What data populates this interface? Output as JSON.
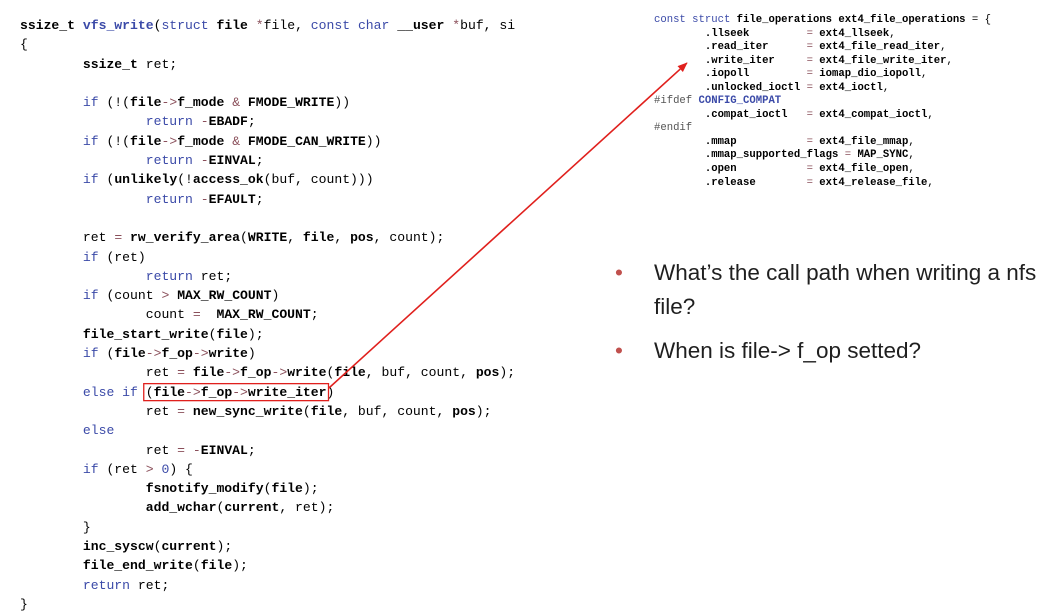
{
  "left_code": [
    [
      [
        "ssize_t ",
        "b"
      ],
      [
        "vfs_write",
        "fn"
      ],
      [
        "(",
        ""
      ],
      [
        "struct ",
        "k"
      ],
      [
        "file ",
        "b"
      ],
      [
        "*",
        "op"
      ],
      [
        "file",
        ""
      ],
      [
        ", ",
        ""
      ],
      [
        "const ",
        "k"
      ],
      [
        "char ",
        "k"
      ],
      [
        "__user ",
        "b"
      ],
      [
        "*",
        "op"
      ],
      [
        "buf, si",
        ""
      ]
    ],
    [
      [
        "{",
        ""
      ]
    ],
    [
      [
        "        ",
        ""
      ],
      [
        "ssize_t ",
        "b"
      ],
      [
        "ret;",
        ""
      ]
    ],
    [],
    [
      [
        "        ",
        ""
      ],
      [
        "if ",
        "k"
      ],
      [
        "(!(",
        ""
      ],
      [
        "file",
        "b"
      ],
      [
        "->",
        "op"
      ],
      [
        "f_mode ",
        "b"
      ],
      [
        "& ",
        "op"
      ],
      [
        "FMODE_WRITE",
        "b"
      ],
      [
        "))",
        ""
      ]
    ],
    [
      [
        "                ",
        ""
      ],
      [
        "return ",
        "k"
      ],
      [
        "-",
        "op"
      ],
      [
        "EBADF",
        "b"
      ],
      [
        ";",
        ""
      ]
    ],
    [
      [
        "        ",
        ""
      ],
      [
        "if ",
        "k"
      ],
      [
        "(!(",
        ""
      ],
      [
        "file",
        "b"
      ],
      [
        "->",
        "op"
      ],
      [
        "f_mode ",
        "b"
      ],
      [
        "& ",
        "op"
      ],
      [
        "FMODE_CAN_WRITE",
        "b"
      ],
      [
        "))",
        ""
      ]
    ],
    [
      [
        "                ",
        ""
      ],
      [
        "return ",
        "k"
      ],
      [
        "-",
        "op"
      ],
      [
        "EINVAL",
        "b"
      ],
      [
        ";",
        ""
      ]
    ],
    [
      [
        "        ",
        ""
      ],
      [
        "if ",
        "k"
      ],
      [
        "(",
        ""
      ],
      [
        "unlikely",
        "b"
      ],
      [
        "(!",
        ""
      ],
      [
        "access_ok",
        "b"
      ],
      [
        "(buf, count)))",
        ""
      ]
    ],
    [
      [
        "                ",
        ""
      ],
      [
        "return ",
        "k"
      ],
      [
        "-",
        "op"
      ],
      [
        "EFAULT",
        "b"
      ],
      [
        ";",
        ""
      ]
    ],
    [],
    [
      [
        "        ",
        ""
      ],
      [
        "ret ",
        ""
      ],
      [
        "= ",
        "op"
      ],
      [
        "rw_verify_area",
        "b"
      ],
      [
        "(",
        ""
      ],
      [
        "WRITE",
        "b"
      ],
      [
        ", ",
        ""
      ],
      [
        "file",
        "b"
      ],
      [
        ", ",
        ""
      ],
      [
        "pos",
        "b"
      ],
      [
        ", count);",
        ""
      ]
    ],
    [
      [
        "        ",
        ""
      ],
      [
        "if ",
        "k"
      ],
      [
        "(ret)",
        ""
      ]
    ],
    [
      [
        "                ",
        ""
      ],
      [
        "return ",
        "k"
      ],
      [
        "ret;",
        ""
      ]
    ],
    [
      [
        "        ",
        ""
      ],
      [
        "if ",
        "k"
      ],
      [
        "(count ",
        ""
      ],
      [
        "> ",
        "op"
      ],
      [
        "MAX_RW_COUNT",
        "b"
      ],
      [
        ")",
        ""
      ]
    ],
    [
      [
        "                ",
        ""
      ],
      [
        "count ",
        ""
      ],
      [
        "=  ",
        "op"
      ],
      [
        "MAX_RW_COUNT",
        "b"
      ],
      [
        ";",
        ""
      ]
    ],
    [
      [
        "        ",
        ""
      ],
      [
        "file_start_write",
        "b"
      ],
      [
        "(",
        ""
      ],
      [
        "file",
        "b"
      ],
      [
        ");",
        ""
      ]
    ],
    [
      [
        "        ",
        ""
      ],
      [
        "if ",
        "k"
      ],
      [
        "(",
        ""
      ],
      [
        "file",
        "b"
      ],
      [
        "->",
        "op"
      ],
      [
        "f_op",
        "b"
      ],
      [
        "->",
        "op"
      ],
      [
        "write",
        "b"
      ],
      [
        ")",
        ""
      ]
    ],
    [
      [
        "                ",
        ""
      ],
      [
        "ret ",
        ""
      ],
      [
        "= ",
        "op"
      ],
      [
        "file",
        "b"
      ],
      [
        "->",
        "op"
      ],
      [
        "f_op",
        "b"
      ],
      [
        "->",
        "op"
      ],
      [
        "write",
        "b"
      ],
      [
        "(",
        ""
      ],
      [
        "file",
        "b"
      ],
      [
        ", buf, count, ",
        ""
      ],
      [
        "pos",
        "b"
      ],
      [
        ");",
        ""
      ]
    ],
    [
      [
        "        ",
        ""
      ],
      [
        "else if ",
        "k"
      ],
      [
        "(",
        ""
      ],
      [
        "file",
        "b"
      ],
      [
        "->",
        "op"
      ],
      [
        "f_op",
        "b"
      ],
      [
        "->",
        "op"
      ],
      [
        "write_iter",
        "b"
      ],
      [
        ")",
        ""
      ]
    ],
    [
      [
        "                ",
        ""
      ],
      [
        "ret ",
        ""
      ],
      [
        "= ",
        "op"
      ],
      [
        "new_sync_write",
        "b"
      ],
      [
        "(",
        ""
      ],
      [
        "file",
        "b"
      ],
      [
        ", buf, count, ",
        ""
      ],
      [
        "pos",
        "b"
      ],
      [
        ");",
        ""
      ]
    ],
    [
      [
        "        ",
        ""
      ],
      [
        "else",
        "k"
      ]
    ],
    [
      [
        "                ",
        ""
      ],
      [
        "ret ",
        ""
      ],
      [
        "= ",
        "op"
      ],
      [
        "-",
        "op"
      ],
      [
        "EINVAL",
        "b"
      ],
      [
        ";",
        ""
      ]
    ],
    [
      [
        "        ",
        ""
      ],
      [
        "if ",
        "k"
      ],
      [
        "(ret ",
        ""
      ],
      [
        "> ",
        "op"
      ],
      [
        "0",
        "k"
      ],
      [
        ") {",
        ""
      ]
    ],
    [
      [
        "                ",
        ""
      ],
      [
        "fsnotify_modify",
        "b"
      ],
      [
        "(",
        ""
      ],
      [
        "file",
        "b"
      ],
      [
        ");",
        ""
      ]
    ],
    [
      [
        "                ",
        ""
      ],
      [
        "add_wchar",
        "b"
      ],
      [
        "(",
        ""
      ],
      [
        "current",
        "b"
      ],
      [
        ", ret);",
        ""
      ]
    ],
    [
      [
        "        ",
        ""
      ],
      [
        "}",
        ""
      ]
    ],
    [
      [
        "        ",
        ""
      ],
      [
        "inc_syscw",
        "b"
      ],
      [
        "(",
        ""
      ],
      [
        "current",
        "b"
      ],
      [
        ");",
        ""
      ]
    ],
    [
      [
        "        ",
        ""
      ],
      [
        "file_end_write",
        "b"
      ],
      [
        "(",
        ""
      ],
      [
        "file",
        "b"
      ],
      [
        ");",
        ""
      ]
    ],
    [
      [
        "        ",
        ""
      ],
      [
        "return ",
        "k"
      ],
      [
        "ret;",
        ""
      ]
    ],
    [
      [
        "}",
        ""
      ]
    ]
  ],
  "right_code": [
    [
      [
        "const ",
        "k"
      ],
      [
        "struct ",
        "k"
      ],
      [
        "file_operations ",
        "b"
      ],
      [
        "ext4_file_operations ",
        "b"
      ],
      [
        "= {",
        ""
      ]
    ],
    [
      [
        "        ",
        ""
      ],
      [
        ".llseek         ",
        "b"
      ],
      [
        "= ",
        "op"
      ],
      [
        "ext4_llseek",
        "b"
      ],
      [
        ",",
        ""
      ]
    ],
    [
      [
        "        ",
        ""
      ],
      [
        ".read_iter      ",
        "b"
      ],
      [
        "= ",
        "op"
      ],
      [
        "ext4_file_read_iter",
        "b"
      ],
      [
        ",",
        ""
      ]
    ],
    [
      [
        "        ",
        ""
      ],
      [
        ".write_iter     ",
        "b"
      ],
      [
        "= ",
        "op"
      ],
      [
        "ext4_file_write_iter",
        "b"
      ],
      [
        ",",
        ""
      ]
    ],
    [
      [
        "        ",
        ""
      ],
      [
        ".iopoll         ",
        "b"
      ],
      [
        "= ",
        "op"
      ],
      [
        "iomap_dio_iopoll",
        "b"
      ],
      [
        ",",
        ""
      ]
    ],
    [
      [
        "        ",
        ""
      ],
      [
        ".unlocked_ioctl ",
        "b"
      ],
      [
        "= ",
        "op"
      ],
      [
        "ext4_ioctl",
        "b"
      ],
      [
        ",",
        ""
      ]
    ],
    [
      [
        "#ifdef ",
        "dim"
      ],
      [
        "CONFIG_COMPAT",
        "kw"
      ]
    ],
    [
      [
        "        ",
        ""
      ],
      [
        ".compat_ioctl   ",
        "b"
      ],
      [
        "= ",
        "op"
      ],
      [
        "ext4_compat_ioctl",
        "b"
      ],
      [
        ",",
        ""
      ]
    ],
    [
      [
        "#endif",
        "dim"
      ]
    ],
    [
      [
        "        ",
        ""
      ],
      [
        ".mmap           ",
        "b"
      ],
      [
        "= ",
        "op"
      ],
      [
        "ext4_file_mmap",
        "b"
      ],
      [
        ",",
        ""
      ]
    ],
    [
      [
        "        ",
        ""
      ],
      [
        ".mmap_supported_flags ",
        "b"
      ],
      [
        "= ",
        "op"
      ],
      [
        "MAP_SYNC",
        "b"
      ],
      [
        ",",
        ""
      ]
    ],
    [
      [
        "        ",
        ""
      ],
      [
        ".open           ",
        "b"
      ],
      [
        "= ",
        "op"
      ],
      [
        "ext4_file_open",
        "b"
      ],
      [
        ",",
        ""
      ]
    ],
    [
      [
        "        ",
        ""
      ],
      [
        ".release        ",
        "b"
      ],
      [
        "= ",
        "op"
      ],
      [
        "ext4_release_file",
        "b"
      ],
      [
        ",",
        ""
      ]
    ]
  ],
  "bullets": [
    "What’s the call path when writing a nfs file?",
    "When is file-> f_op setted?"
  ],
  "bullet_glyph": "•",
  "annotation": {
    "color": "#e0201d",
    "highlighted_line": 19,
    "arrow_target_line": 3
  }
}
